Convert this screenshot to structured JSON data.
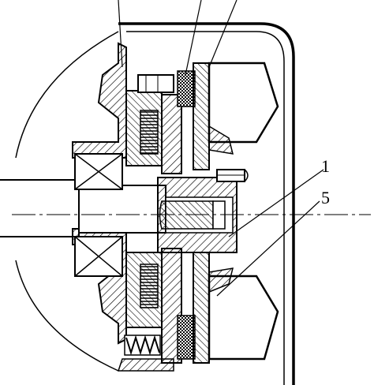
{
  "diagram": {
    "callouts": [
      {
        "id": "1",
        "text": "1"
      },
      {
        "id": "5",
        "text": "5"
      }
    ],
    "colors": {
      "ink": "#000000",
      "paper": "#ffffff"
    }
  }
}
